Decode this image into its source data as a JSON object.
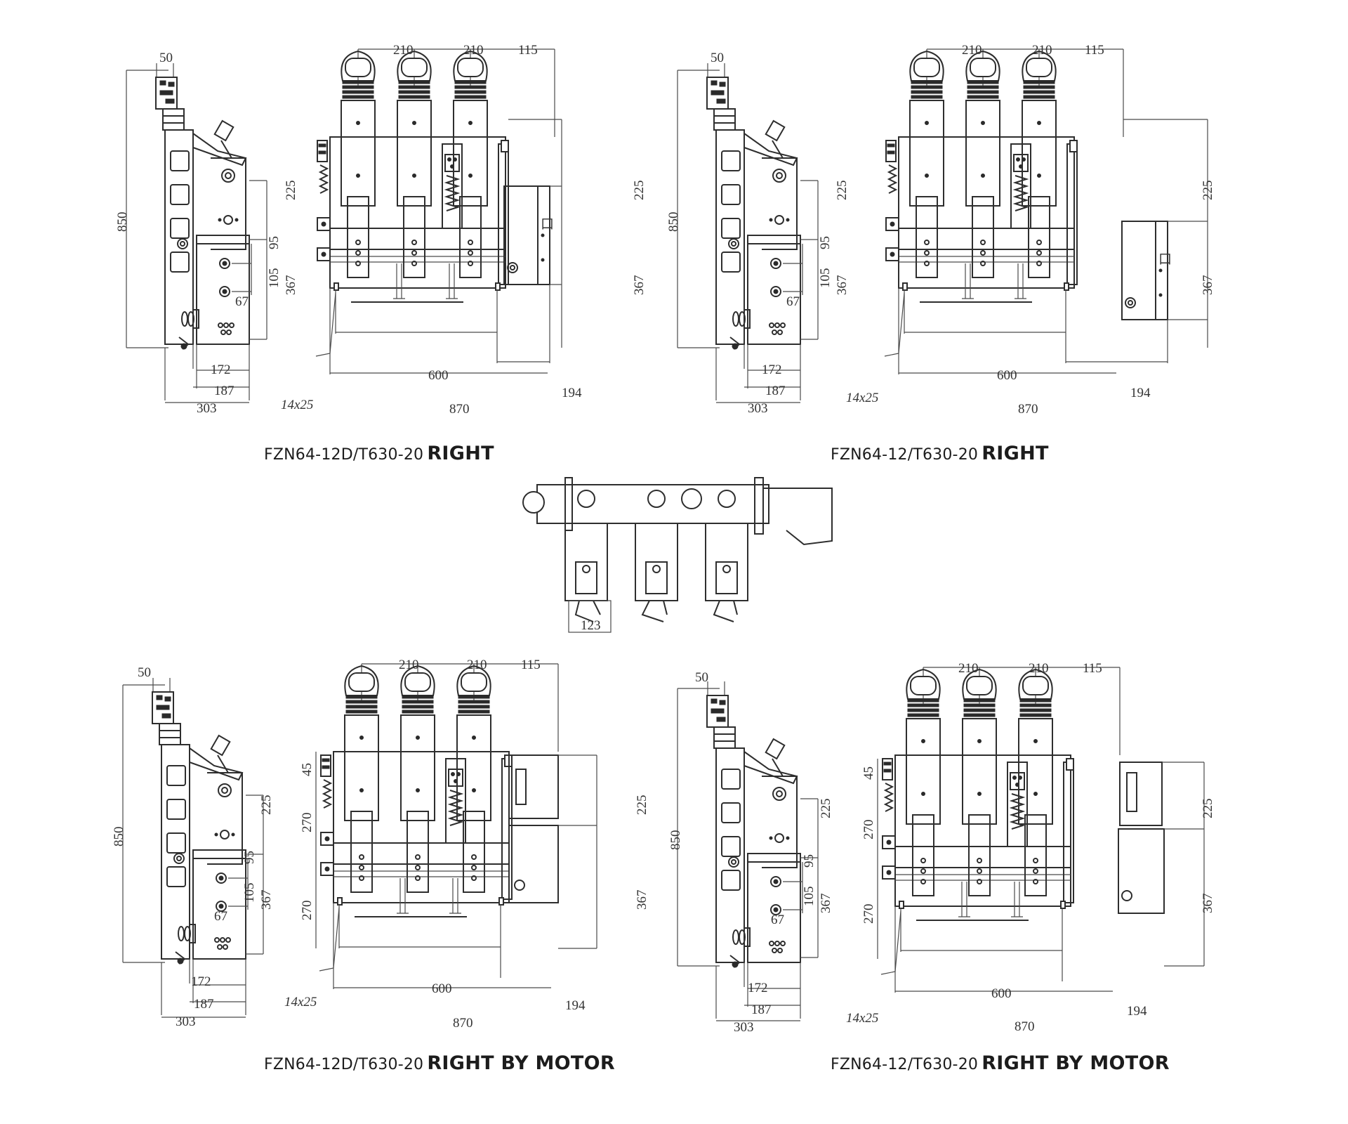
{
  "captions": [
    {
      "model": "FZN64-12D/T630-20",
      "suffix": "RIGHT"
    },
    {
      "model": "FZN64-12/T630-20",
      "suffix": "RIGHT"
    },
    {
      "model": "FZN64-12D/T630-20",
      "suffix": "RIGHT BY MOTOR"
    },
    {
      "model": "FZN64-12/T630-20",
      "suffix": "RIGHT BY MOTOR"
    }
  ],
  "dims": {
    "side_top": "50",
    "height": "850",
    "upper": "225",
    "lower": "367",
    "hole_v1": "95",
    "hole_v2": "105",
    "hole_h": "67",
    "depth1": "172",
    "depth2": "187",
    "depth3": "303",
    "pitch": "210",
    "end": "115",
    "span": "600",
    "offset": "194",
    "width": "870",
    "slot": "14x25",
    "motor_a": "45",
    "motor_b": "270"
  },
  "plan_label": "123"
}
